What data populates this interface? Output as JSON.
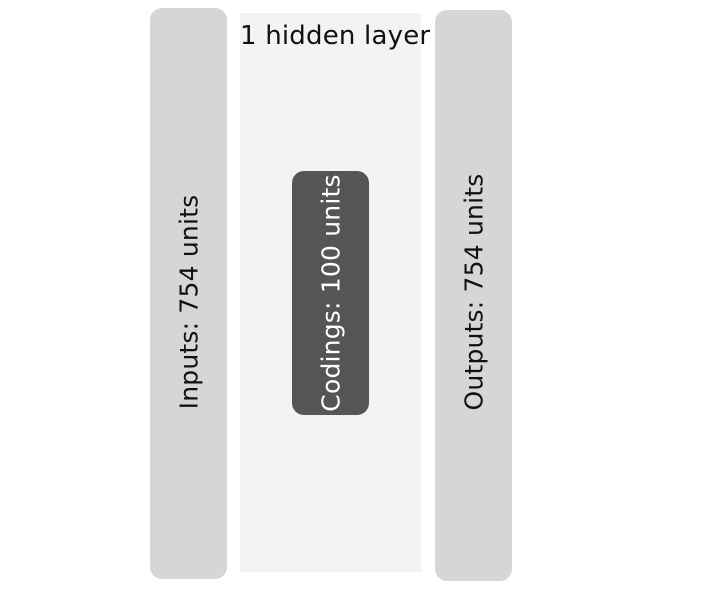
{
  "inputs": {
    "label": "Inputs: 754 units"
  },
  "hidden": {
    "title": "1 hidden layer",
    "codings_label": "Codings: 100 units"
  },
  "outputs": {
    "label": "Outputs: 754 units"
  },
  "colors": {
    "layer_bar": "#d6d6d6",
    "hidden_panel": "#f3f3f3",
    "codings_box": "#555555"
  }
}
